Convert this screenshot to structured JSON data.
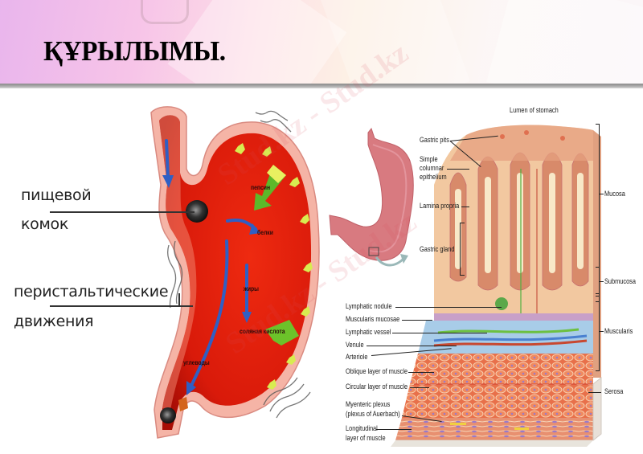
{
  "slide": {
    "title": "ҚҰРЫЛЫМЫ.",
    "watermark": "Stud.kz - Stud.kz"
  },
  "left_figure": {
    "labels": {
      "food_bolus_line1": "пищевой",
      "food_bolus_line2": "комок",
      "peristalsis_line1": "перистальтические",
      "peristalsis_line2": "движения"
    },
    "inner_labels": {
      "pepsin": "пепсин",
      "proteins": "белки",
      "fats": "жиры",
      "hydrochloric_acid": "соляная кислота",
      "carbohydrates": "углеводы"
    },
    "colors": {
      "stomach_red": "#e8200e",
      "wall_pink": "#f4b3a8",
      "arrow_blue": "#2f5fc4",
      "enzyme_green": "#6cc22a",
      "enzyme_yellow": "#e8f060"
    }
  },
  "right_figure": {
    "top_label": "Lumen of stomach",
    "left_labels": [
      "Gastric pits",
      "Simple columnar epithelium",
      "Lamina propria",
      "Gastric gland",
      "Lymphatic nodule",
      "Muscularis mucosae",
      "Lymphatic vessel",
      "Venule",
      "Arteriole",
      "Oblique layer of muscle",
      "Circular layer of muscle",
      "Myenteric plexus (plexus of Auerbach)",
      "Longitudinal layer of muscle"
    ],
    "simple_columnar": [
      "Simple",
      "columnar",
      "epithelium"
    ],
    "myenteric": [
      "Myenteric plexus",
      "(plexus of Auerbach)"
    ],
    "longitudinal": [
      "Longitudinal",
      "layer of muscle"
    ],
    "right_labels": {
      "mucosa": "Mucosa",
      "submucosa": "Submucosa",
      "muscularis": "Muscularis",
      "serosa": "Serosa"
    }
  }
}
